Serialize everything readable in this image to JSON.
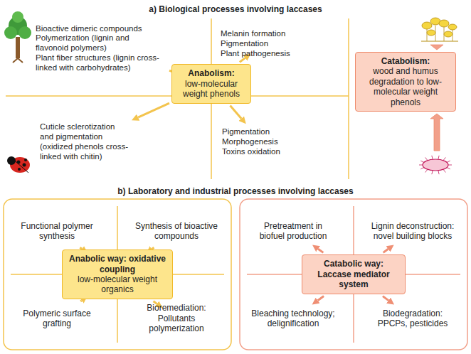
{
  "diagram": {
    "nodes": [
      {
        "text": [
          "Bioactive dimeric compounds",
          "Polymerization (lignin and flavonoid polymers)",
          "Plant fiber structures (lignin cross-linked with carbohydrates)"
        ]
      },
      {
        "text": [
          "Melanin formation",
          "Pigmentation",
          "Plant pathogenesis"
        ]
      },
      {
        "text": [
          "Anabolism:",
          "low-molecular weight phenols"
        ]
      },
      {
        "text": [
          "Catabolism:",
          "wood and humus degradation to low-molecular weight phenols"
        ]
      },
      {
        "text": [
          "Cuticle sclerotization and pigmentation (oxidized phenols cross-linked with chitin)"
        ]
      },
      {
        "text": [
          "Pigmentation",
          "Morphogenesis",
          "Toxins oxidation"
        ]
      },
      {
        "text": [
          "Functional polymer synthesis"
        ]
      },
      {
        "text": [
          "Synthesis of bioactive compounds"
        ]
      },
      {
        "text": [
          "Anabolic way: oxidative coupling",
          "low-molecular weight organics"
        ]
      },
      {
        "text": [
          "Polymeric surface grafting"
        ]
      },
      {
        "text": [
          "Bioremediation: Pollutants polymerization"
        ]
      },
      {
        "text": [
          "Pretreatment in biofuel production"
        ]
      },
      {
        "text": [
          "Lignin deconstruction: novel building blocks"
        ]
      },
      {
        "text": [
          "Catabolic way:",
          "Laccase mediator system"
        ]
      },
      {
        "text": [
          "Bleaching technology; delignification"
        ]
      },
      {
        "text": [
          "Biodegradation: PPCPs, pesticides"
        ]
      }
    ],
    "edges": [
      {
        "from": 2,
        "to": 0,
        "arrow": "to"
      },
      {
        "from": 2,
        "to": 1,
        "arrow": "to"
      },
      {
        "from": 2,
        "to": 4,
        "arrow": "to"
      },
      {
        "from": 2,
        "to": 5,
        "arrow": "to"
      },
      {
        "from": 8,
        "to": 6,
        "arrow": "to"
      },
      {
        "from": 8,
        "to": 7,
        "arrow": "to"
      },
      {
        "from": 8,
        "to": 9,
        "arrow": "to"
      },
      {
        "from": 8,
        "to": 10,
        "arrow": "to"
      },
      {
        "from": 13,
        "to": 11,
        "arrow": "to"
      },
      {
        "from": 13,
        "to": 12,
        "arrow": "to"
      },
      {
        "from": 13,
        "to": 14,
        "arrow": "to"
      },
      {
        "from": 13,
        "to": 15,
        "arrow": "to"
      }
    ],
    "labels": [
      "a) Biological processes involving laccases",
      "b) Laboratory and industrial processes involving laccases"
    ]
  }
}
